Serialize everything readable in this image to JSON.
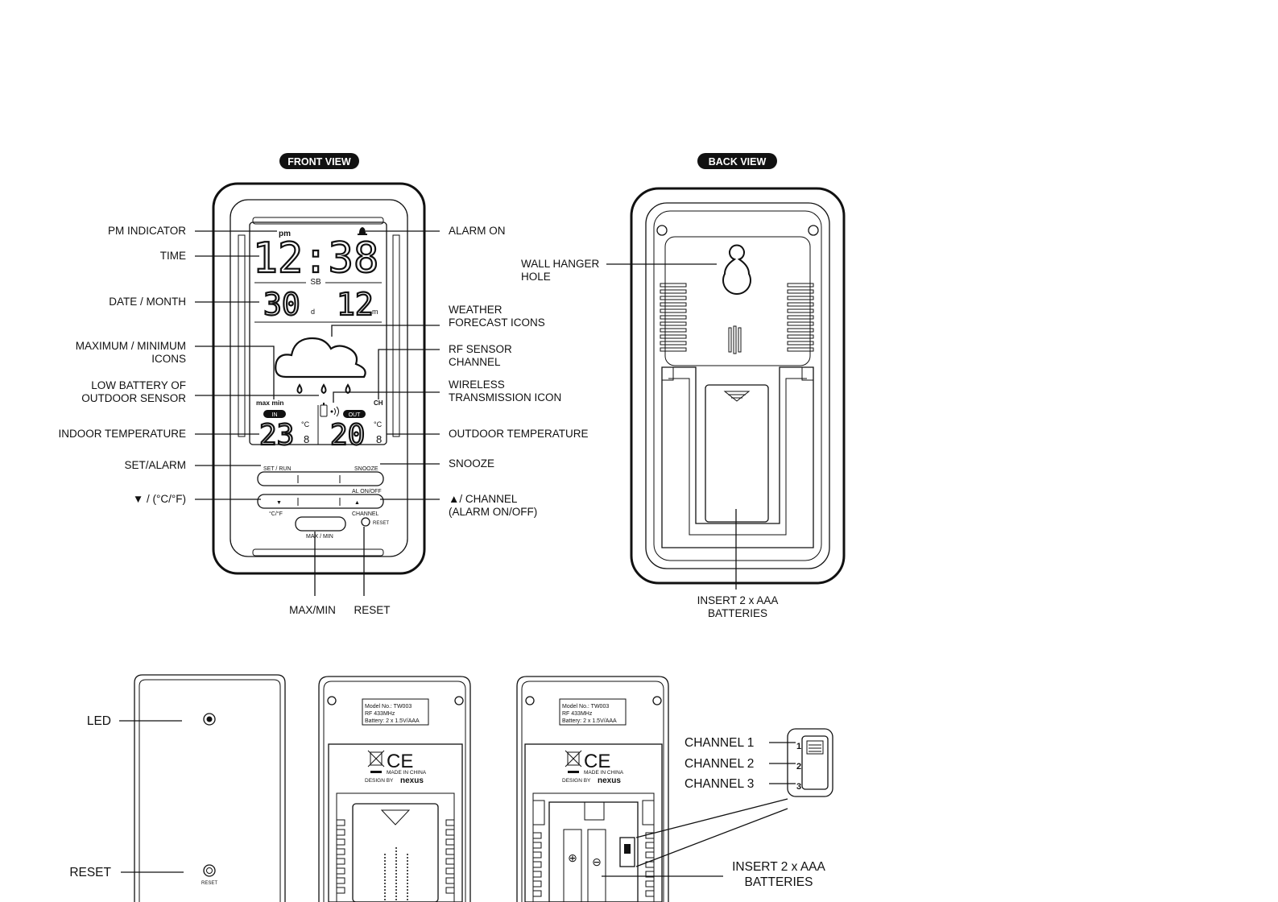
{
  "views": {
    "front": "FRONT VIEW",
    "back": "BACK VIEW"
  },
  "front_labels": {
    "pm_indicator": "PM INDICATOR",
    "time": "TIME",
    "date_month": "DATE / MONTH",
    "max_min_icons_1": "MAXIMUM / MINIMUM",
    "max_min_icons_2": "ICONS",
    "low_battery_1": "LOW BATTERY OF",
    "low_battery_2": "OUTDOOR SENSOR",
    "indoor_temperature": "INDOOR TEMPERATURE",
    "set_alarm": "SET/ALARM",
    "down_unit": "▼ / (°C/°F)",
    "alarm_on": "ALARM ON",
    "weather_1": "WEATHER",
    "weather_2": "FORECAST ICONS",
    "rf_channel_1": "RF SENSOR",
    "rf_channel_2": "CHANNEL",
    "wireless_1": "WIRELESS",
    "wireless_2": "TRANSMISSION ICON",
    "outdoor_temperature": "OUTDOOR TEMPERATURE",
    "snooze": "SNOOZE",
    "up_channel_1": "▲/ CHANNEL",
    "up_channel_2": "(ALARM ON/OFF)",
    "max_min": "MAX/MIN",
    "reset": "RESET"
  },
  "lcd": {
    "pm": "pm",
    "time": "12:38",
    "weekday": "SB",
    "date": "30",
    "date_unit": "d",
    "month": "12",
    "month_unit": "m",
    "max_min_flag": "max min",
    "in_flag": "IN",
    "out_flag": "OUT",
    "channel_flag": "CH",
    "indoor_temp": "23",
    "indoor_decimal": "8",
    "outdoor_temp": "20",
    "outdoor_decimal": "8",
    "temp_unit": "°C"
  },
  "back_labels": {
    "wall_hanger_1": "WALL HANGER",
    "wall_hanger_2": "HOLE",
    "insert_batteries_1": "INSERT 2 x AAA",
    "insert_batteries_2": "BATTERIES"
  },
  "sensor_labels": {
    "led": "LED",
    "reset": "RESET",
    "channel_1": "CHANNEL 1",
    "channel_2": "CHANNEL 2",
    "channel_3": "CHANNEL 3",
    "insert_batteries_1": "INSERT 2 x AAA",
    "insert_batteries_2": "BATTERIES",
    "switch_1": "1",
    "switch_2": "2",
    "switch_3": "3",
    "reset_small": "RESET"
  },
  "sensor_sticker": {
    "model": "Model No.: TW003",
    "rf": "RF 433MHz",
    "battery": "Battery: 2 x 1.5V/AAA",
    "made_in": "MADE IN CHINA",
    "design_by": "DESIGN BY",
    "brand": "nexus",
    "ce": "CE"
  },
  "device_button_labels": {
    "set_run": "SET / RUN",
    "snooze": "SNOOZE",
    "unit": "°C/°F",
    "channel": "CHANNEL",
    "al_on_off": "AL ON/OFF",
    "max_min": "MAX / MIN",
    "reset": "RESET"
  }
}
